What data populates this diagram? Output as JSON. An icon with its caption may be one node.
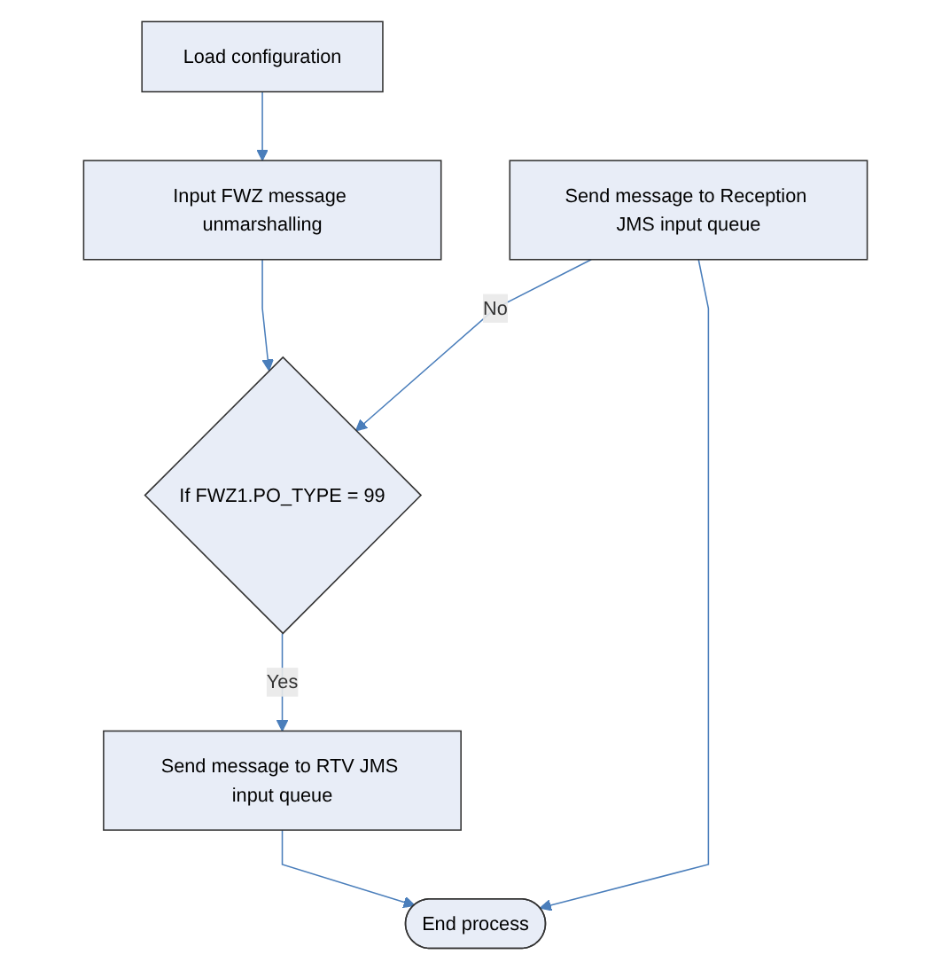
{
  "diagram": {
    "nodes": [
      {
        "text": [
          "Load configuration"
        ]
      },
      {
        "text": [
          "Input FWZ message unmarshalling"
        ]
      },
      {
        "text": [
          "If FWZ1.PO_TYPE = 99"
        ]
      },
      {
        "text": [
          "Send message to Reception JMS input queue"
        ]
      },
      {
        "text": [
          "Send message to RTV JMS input queue"
        ]
      },
      {
        "text": [
          "End process"
        ]
      }
    ],
    "edges": [
      {
        "from": 0,
        "to": 1,
        "arrow": "to"
      },
      {
        "from": 1,
        "to": 2,
        "arrow": "to"
      },
      {
        "from": 3,
        "to": 2,
        "arrow": "to",
        "label": "No"
      },
      {
        "from": 2,
        "to": 4,
        "arrow": "to",
        "label": "Yes"
      },
      {
        "from": 3,
        "to": 5,
        "arrow": "to"
      },
      {
        "from": 4,
        "to": 5,
        "arrow": "to"
      }
    ]
  }
}
